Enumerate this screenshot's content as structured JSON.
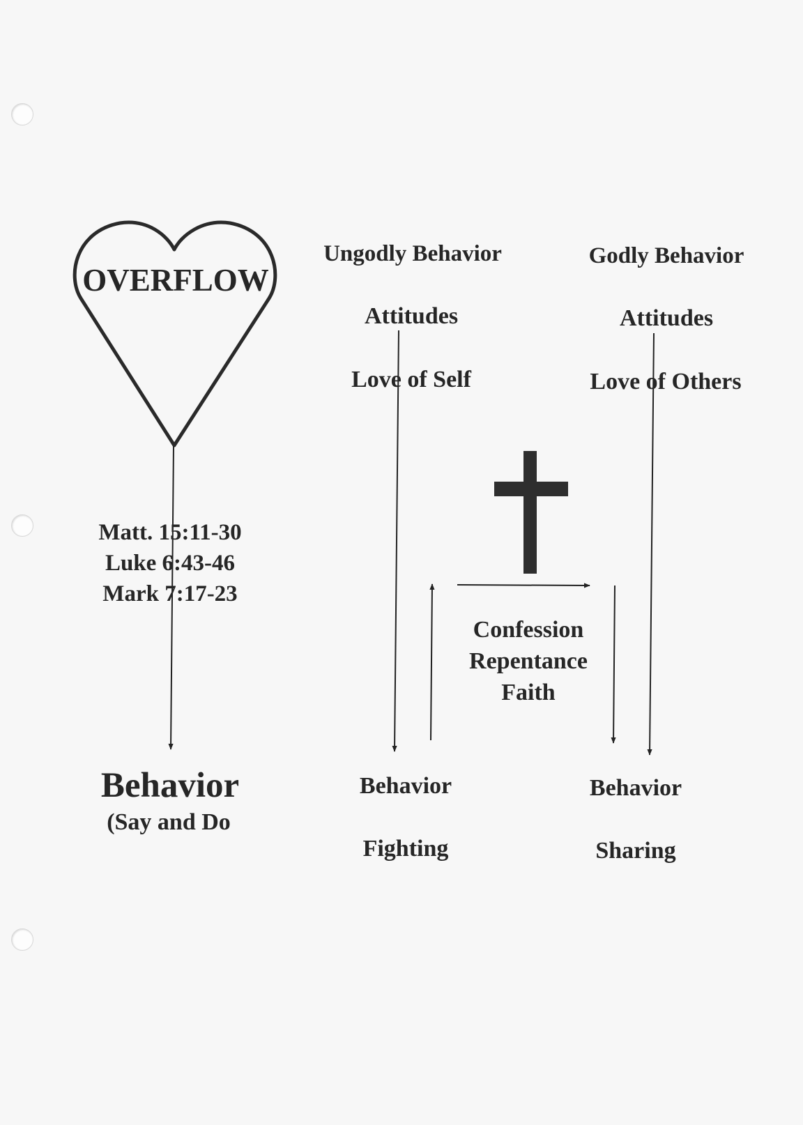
{
  "heart": {
    "label": "OVERFLOW"
  },
  "references": [
    "Matt. 15:11-30",
    "Luke 6:43-46",
    "Mark 7:17-23"
  ],
  "left": {
    "title": "Behavior",
    "subtitle": "(Say and Do"
  },
  "ungodly": {
    "heading": "Ungodly Behavior",
    "attitudes": "Attitudes",
    "attitude": "Love of Self",
    "behavior": "Behavior",
    "example": "Fighting"
  },
  "godly": {
    "heading": "Godly Behavior",
    "attitudes": "Attitudes",
    "attitude": "Love of Others",
    "behavior": "Behavior",
    "example": "Sharing"
  },
  "cross": {
    "steps": [
      "Confession",
      "Repentance",
      "Faith"
    ]
  }
}
